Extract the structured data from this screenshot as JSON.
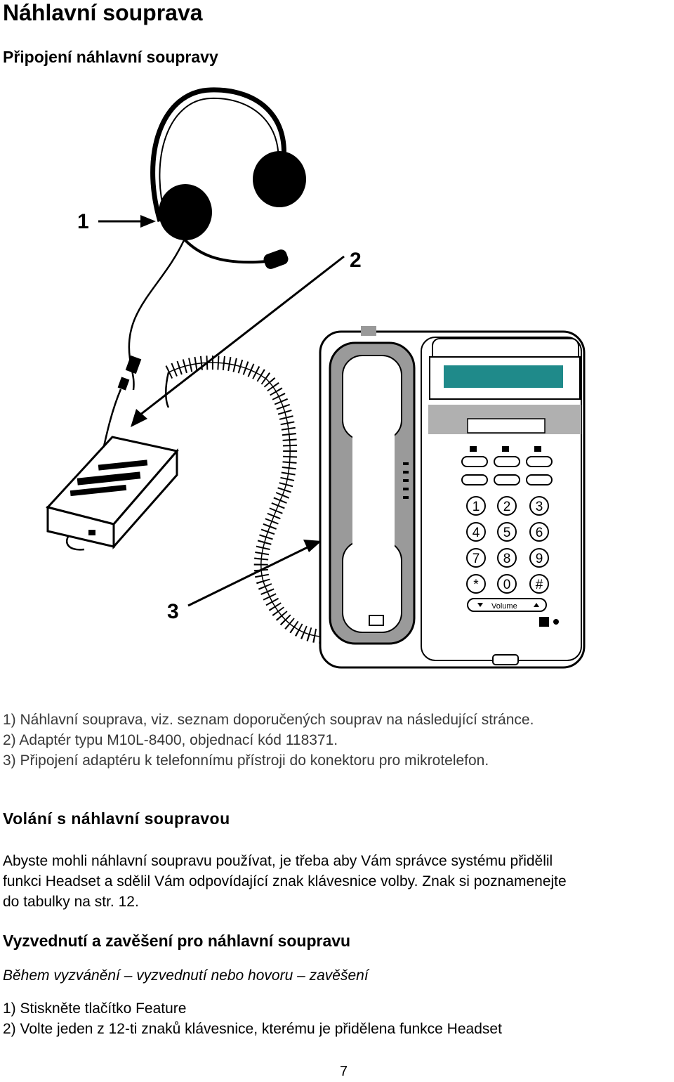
{
  "title": "Náhlavní souprava",
  "section1": {
    "heading": "Připojení náhlavní soupravy",
    "callouts": [
      "1",
      "2",
      "3"
    ],
    "phone_keys": [
      "1",
      "2",
      "3",
      "4",
      "5",
      "6",
      "7",
      "8",
      "9",
      "*",
      "0",
      "#"
    ],
    "volume_label": "Volume",
    "items": [
      "1) Náhlavní souprava, viz. seznam doporučených souprav na následující stránce.",
      "2) Adaptér typu M10L-8400, objednací kód 118371.",
      "3) Připojení adaptéru k telefonnímu přístroji do konektoru pro mikrotelefon."
    ]
  },
  "section2": {
    "heading": "Volání s náhlavní soupravou",
    "paragraph": [
      "Abyste mohli náhlavní soupravu používat, je třeba aby Vám správce systému přidělil",
      "funkci Headset a sdělil Vám odpovídající znak klávesnice volby. Znak si poznamenejte",
      "do tabulky na str. 12."
    ]
  },
  "section3": {
    "heading": "Vyzvednutí a zavěšení pro náhlavní soupravu",
    "subheading": "Během vyzvánění – vyzvednutí nebo hovoru – zavěšení",
    "items": [
      "1) Stiskněte tlačítko Feature",
      "2) Volte jeden z 12-ti znaků klávesnice, kterému je přidělena funkce Headset"
    ]
  },
  "page_number": "7",
  "colors": {
    "display": "#1f8a8a",
    "gray_panel": "#b0b0b0",
    "handset": "#9a9a9a"
  }
}
